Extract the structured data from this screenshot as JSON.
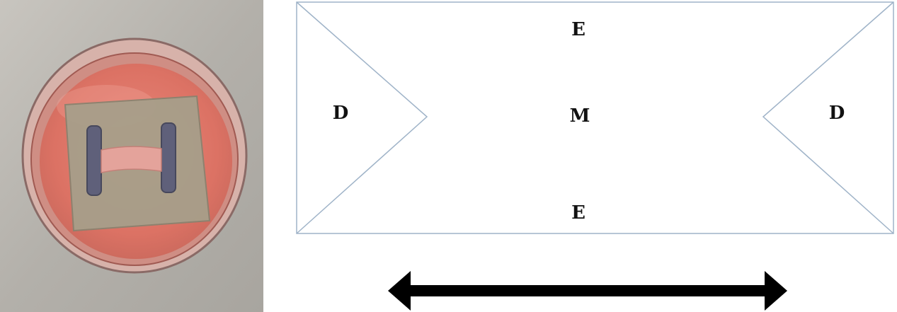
{
  "photo": {
    "background_color": "#b9b6b0",
    "dish_rim_color": "#c9a29a",
    "medium_color": "#e07a6e",
    "scaffold_color": "#a39a86",
    "tissue_color": "#e3a09a",
    "electrode_color": "#5e5f78"
  },
  "diagram": {
    "outline_color": "#9fb3c8",
    "arrow_color": "#000000",
    "labels": {
      "top": "E",
      "center": "M",
      "bottom": "E",
      "left": "D",
      "right": "D"
    }
  }
}
